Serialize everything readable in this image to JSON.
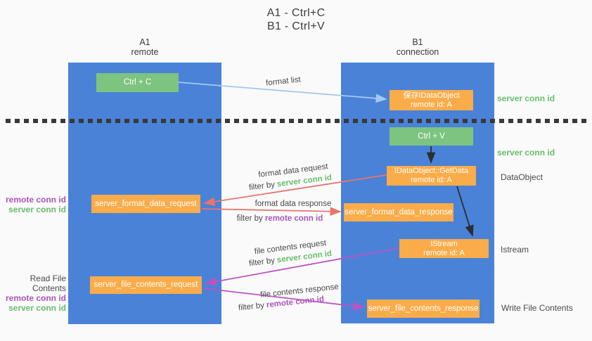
{
  "title": {
    "line1": "A1 - Ctrl+C",
    "line2": "B1 - Ctrl+V"
  },
  "lanes": {
    "left": {
      "title": "A1",
      "subtitle": "remote"
    },
    "right": {
      "title": "B1",
      "subtitle": "connection"
    }
  },
  "boxes": {
    "ctrl_c": {
      "label": "Ctrl + C"
    },
    "ctrl_v": {
      "label": "Ctrl + V"
    },
    "save_idataobject": {
      "line1": "保存IDataObject",
      "line2": "remote id: A"
    },
    "idataobject_getdata": {
      "line1": "IDataObject::GetData",
      "line2": "remote id: A"
    },
    "istream": {
      "line1": "IStream",
      "line2": "remote id: A"
    },
    "server_format_data_request": {
      "label": "server_format_data_request"
    },
    "server_format_data_response": {
      "label": "server_format_data_response"
    },
    "server_file_contents_request": {
      "label": "server_file_contents_request"
    },
    "server_file_contents_response": {
      "label": "server_file_contents_response"
    }
  },
  "annotations": {
    "format_list": "format list",
    "format_data_request": "format data request",
    "format_data_response": "format data response",
    "file_contents_request": "file contents request",
    "file_contents_response": "file contents response",
    "filter_by": "filter by",
    "server_conn_id": "server conn id",
    "remote_conn_id": "remote conn id",
    "dataobject": "DataObject",
    "istream": "Istream",
    "write_file_contents": "Write File Contents",
    "read_file_contents": "Read File Contents"
  },
  "colors": {
    "lane_blue": "#4a82d8",
    "box_orange": "#f9ac49",
    "box_green": "#7cc47f",
    "server_conn_green": "#67bd6c",
    "remote_conn_purple": "#a956b8",
    "arrow_red": "#e8756b",
    "arrow_magenta": "#bd53c3",
    "arrow_blue": "#a3c9ed",
    "arrow_black": "#2d2d2d",
    "text_gray": "#4a4a4a",
    "background": "#fafafa"
  }
}
